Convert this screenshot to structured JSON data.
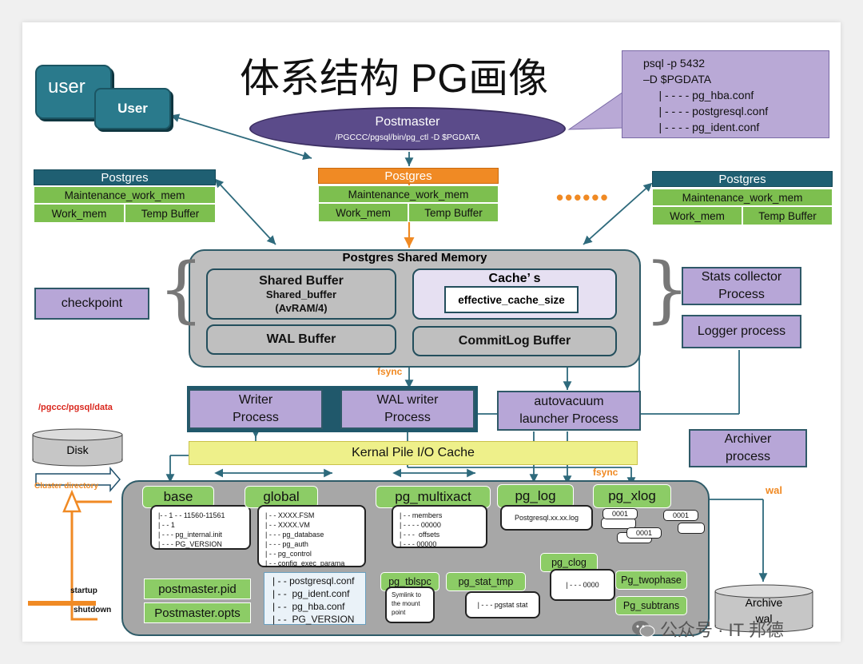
{
  "title": "体系结构 PG画像",
  "users": {
    "front": "user",
    "back": "User"
  },
  "postmaster": {
    "title": "Postmaster",
    "cmd": "/PGCCC/pgsql/bin/pg_ctl  -D $PGDATA"
  },
  "psql_callout": [
    "psql -p 5432",
    "–D $PGDATA",
    "     | - - - - pg_hba.conf",
    "     | - - - - postgresql.conf",
    "     | - - - - pg_ident.conf"
  ],
  "backends": [
    {
      "header": "Postgres",
      "maint": "Maintenance_work_mem",
      "work": "Work_mem",
      "temp": "Temp Buffer"
    },
    {
      "header": "Postgres",
      "maint": "Maintenance_work_mem",
      "work": "Work_mem",
      "temp": "Temp Buffer"
    },
    {
      "header": "Postgres",
      "maint": "Maintenance_work_mem",
      "work": "Work_mem",
      "temp": "Temp Buffer"
    }
  ],
  "ellipsis": "••••••",
  "shared_memory": {
    "title": "Postgres Shared Memory",
    "shared_buffer": [
      "Shared Buffer",
      "Shared_buffer",
      "(AvRAM/4)"
    ],
    "cache_title": "Cache’ s",
    "effective_cache": "effective_cache_size",
    "wal_buffer": "WAL Buffer",
    "commitlog_buffer": "CommitLog Buffer"
  },
  "checkpoint": "checkpoint",
  "stats_collector": [
    "Stats collector",
    "Process"
  ],
  "logger": "Logger process",
  "fsync_1": "fsync",
  "fsync_2": "fsync",
  "writer": [
    "Writer",
    "Process"
  ],
  "wal_writer": [
    "WAL writer",
    "Process"
  ],
  "autovacuum": [
    "autovacuum",
    "launcher Process"
  ],
  "archiver": [
    "Archiver",
    "process"
  ],
  "kernal": "Kernal Pile I/O Cache",
  "data_path": "/pgccc/pgsql/data",
  "disk": "Disk",
  "cluster_directory": "Cluster directory",
  "dirs": {
    "base": {
      "label": "base",
      "items": "|- - 1 - - 11560-11561\n| - - 1\n| - - - pg_internal.init\n| - - - PG_VERSION"
    },
    "global": {
      "label": "global",
      "items": "| - - XXXX.FSM\n| - - XXXX.VM\n| - - - pg_database\n| - - - pg_auth\n| - - pg_control\n| - - config_exec_parama"
    },
    "multixact": {
      "label": "pg_multixact",
      "items": "| - - members\n| - - - - 00000\n| - - -  offsets\n| - - - 00000"
    },
    "pg_log": {
      "label": "pg_log",
      "items": "Postgresql.xx.xx.log"
    },
    "pg_xlog": {
      "label": "pg_xlog",
      "files": [
        "0001",
        "0001",
        "0001"
      ]
    },
    "pg_clog": {
      "label": "pg_clog",
      "items": "| - - - 0000"
    },
    "pg_tblspc": {
      "label": "pg_tblspc",
      "items": "Symlink to\nthe mount\npoint"
    },
    "pg_stat_tmp": {
      "label": "pg_stat_tmp",
      "items": "| - - - pgstat stat"
    },
    "pg_twophase": "Pg_twophase",
    "pg_subtrans": "Pg_subtrans"
  },
  "postmaster_pid": "postmaster.pid",
  "postmaster_opts": "Postmaster.opts",
  "conf_list": "| - - postgresql.conf\n| - -  pg_ident.conf\n| - -  pg_hba.conf\n| - -  PG_VERSION",
  "startup": "startup",
  "shutdown": "shutdown",
  "wal": "wal",
  "archive": [
    "Archive",
    "wal"
  ],
  "watermark": "公众号 · IT 邦德"
}
